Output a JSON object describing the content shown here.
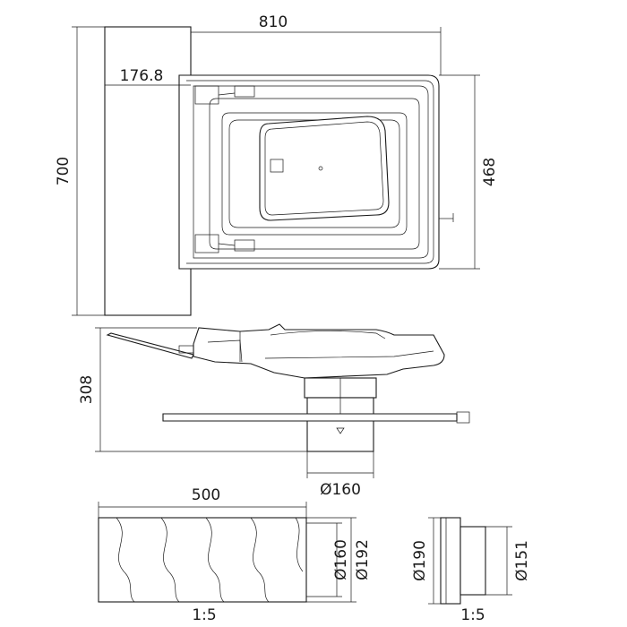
{
  "dimensions": {
    "width_top": "810",
    "offset_left": "176.8",
    "height_left": "700",
    "depth_right": "468",
    "height_side": "308",
    "pipe_diameter": "Ø160",
    "hose_length": "500",
    "hose_inner": "Ø160",
    "hose_outer": "Ø192",
    "adapter_outer": "Ø190",
    "adapter_inner": "Ø151"
  },
  "scales": {
    "hose": "1:5",
    "adapter": "1:5"
  }
}
